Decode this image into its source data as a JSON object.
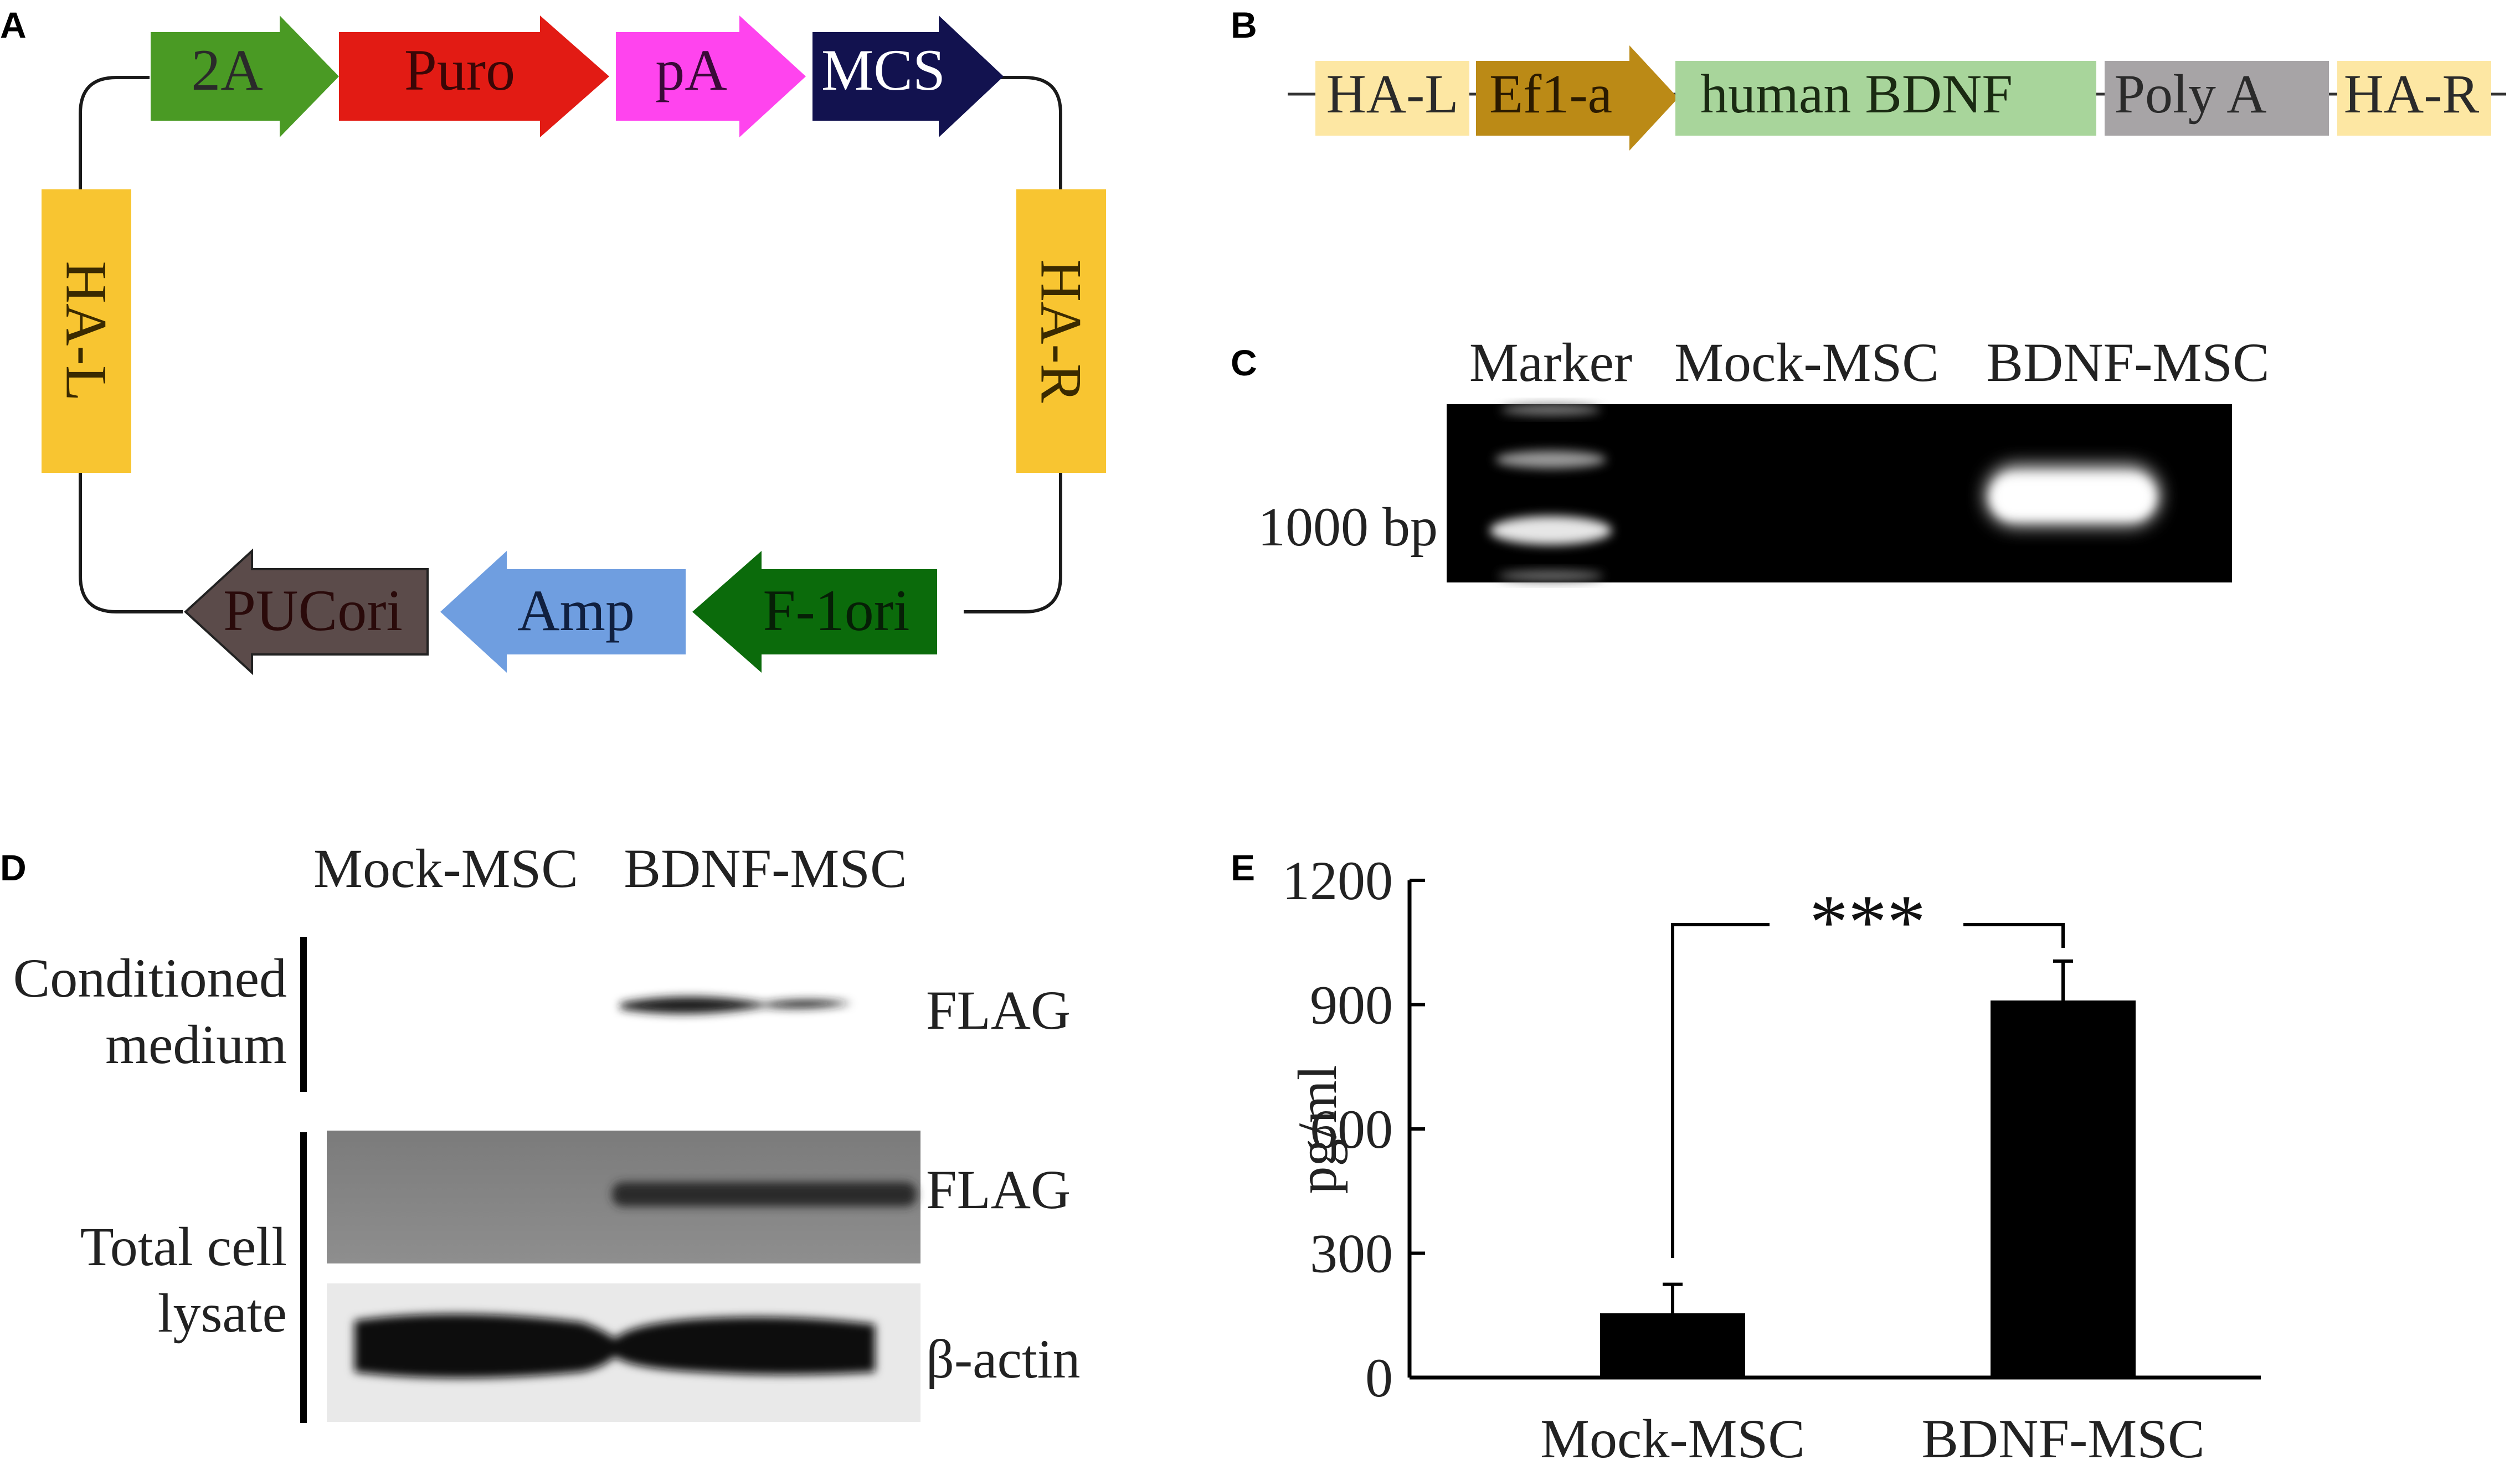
{
  "panels": {
    "A": {
      "letter": "A",
      "top_row": [
        "2A",
        "Puro",
        "pA",
        "MCS"
      ],
      "bottom_row": [
        "PUCori",
        "Amp",
        "F-1ori"
      ],
      "left_arm": "HA-L",
      "right_arm": "HA-R",
      "colors": {
        "2A": "#4a9a24",
        "Puro": "#e21b14",
        "pA": "#ff44ee",
        "MCS": "#12124f",
        "PUCori": "#5b4b4a",
        "Amp": "#6f9ee0",
        "F-1ori": "#0b6b0b",
        "HA": "#f8c531"
      }
    },
    "B": {
      "letter": "B",
      "segments": [
        "HA-L",
        "Ef1-a",
        "human BDNF",
        "Poly A",
        "HA-R"
      ],
      "colors": {
        "HA": "#fde7a3",
        "Ef1-a": "#bb8a16",
        "human BDNF": "#a8d59b",
        "Poly A": "#a7a4a6"
      }
    },
    "C": {
      "letter": "C",
      "lanes": [
        "Marker",
        "Mock-MSC",
        "BDNF-MSC"
      ],
      "size_label": "1000 bp"
    },
    "D": {
      "letter": "D",
      "lanes": [
        "Mock-MSC",
        "BDNF-MSC"
      ],
      "groups": {
        "conditioned_medium": [
          "Conditioned",
          "medium"
        ],
        "total_cell_lysate": [
          "Total cell",
          "lysate"
        ]
      },
      "bands": [
        "FLAG",
        "FLAG",
        "β-actin"
      ]
    },
    "E": {
      "letter": "E",
      "significance": "***"
    }
  },
  "chart_data": {
    "type": "bar",
    "categories": [
      "Mock-MSC",
      "BDNF-MSC"
    ],
    "values": [
      155,
      910
    ],
    "errors": [
      70,
      95
    ],
    "ylabel": "pg/ml",
    "xlabel": "",
    "title": "",
    "ylim": [
      0,
      1200
    ],
    "yticks": [
      0,
      300,
      600,
      900,
      1200
    ],
    "bar_color": "#000000",
    "legend": "none",
    "grid": false
  }
}
